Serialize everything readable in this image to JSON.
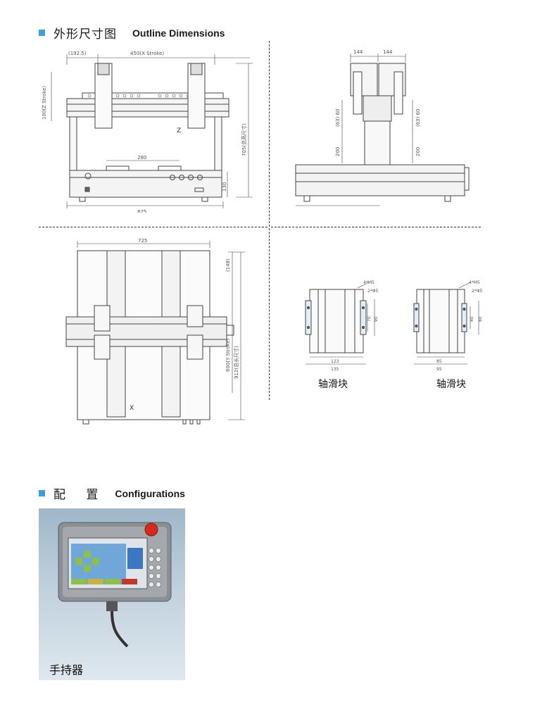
{
  "outline": {
    "zh": "外形尺寸图",
    "en": "Outline Dimensions"
  },
  "configurations": {
    "zh": "配 置",
    "en": "Configurations"
  },
  "front_view": {
    "dim_top_left": "(192.5)",
    "dim_top_stroke": "450(X Stroke)",
    "dim_left_z": "100(Z Stroke)",
    "dim_right_total": "705(总高尺寸)",
    "dim_inner": "280",
    "dim_right_small": "130",
    "dim_bottom": "825",
    "axis_z": "Z"
  },
  "side_view": {
    "dim_top_a": "144",
    "dim_top_b": "144",
    "dim_l_60": "(63) 60",
    "dim_r_60": "(63) 60",
    "dim_l_200": "200",
    "dim_r_200": "200"
  },
  "top_view": {
    "dim_top": "725",
    "dim_r_148": "(148)",
    "dim_r_600": "600(Y Stroke)",
    "dim_r_912": "912(总长尺寸)",
    "axis_x": "X"
  },
  "slider_a": {
    "note_a": "4*M5",
    "note_b": "2*Φ5",
    "dim_v_70": "70",
    "dim_v_90": "90",
    "dim_b_123": "123",
    "dim_b_135": "135",
    "caption": "轴滑块"
  },
  "slider_b": {
    "note_a": "4*M5",
    "note_b": "2*Φ5",
    "dim_v_40": "40",
    "dim_v_80": "80",
    "dim_b_85": "85",
    "dim_b_95": "95",
    "caption": "轴滑块"
  },
  "pendant": {
    "label": "手持器"
  }
}
